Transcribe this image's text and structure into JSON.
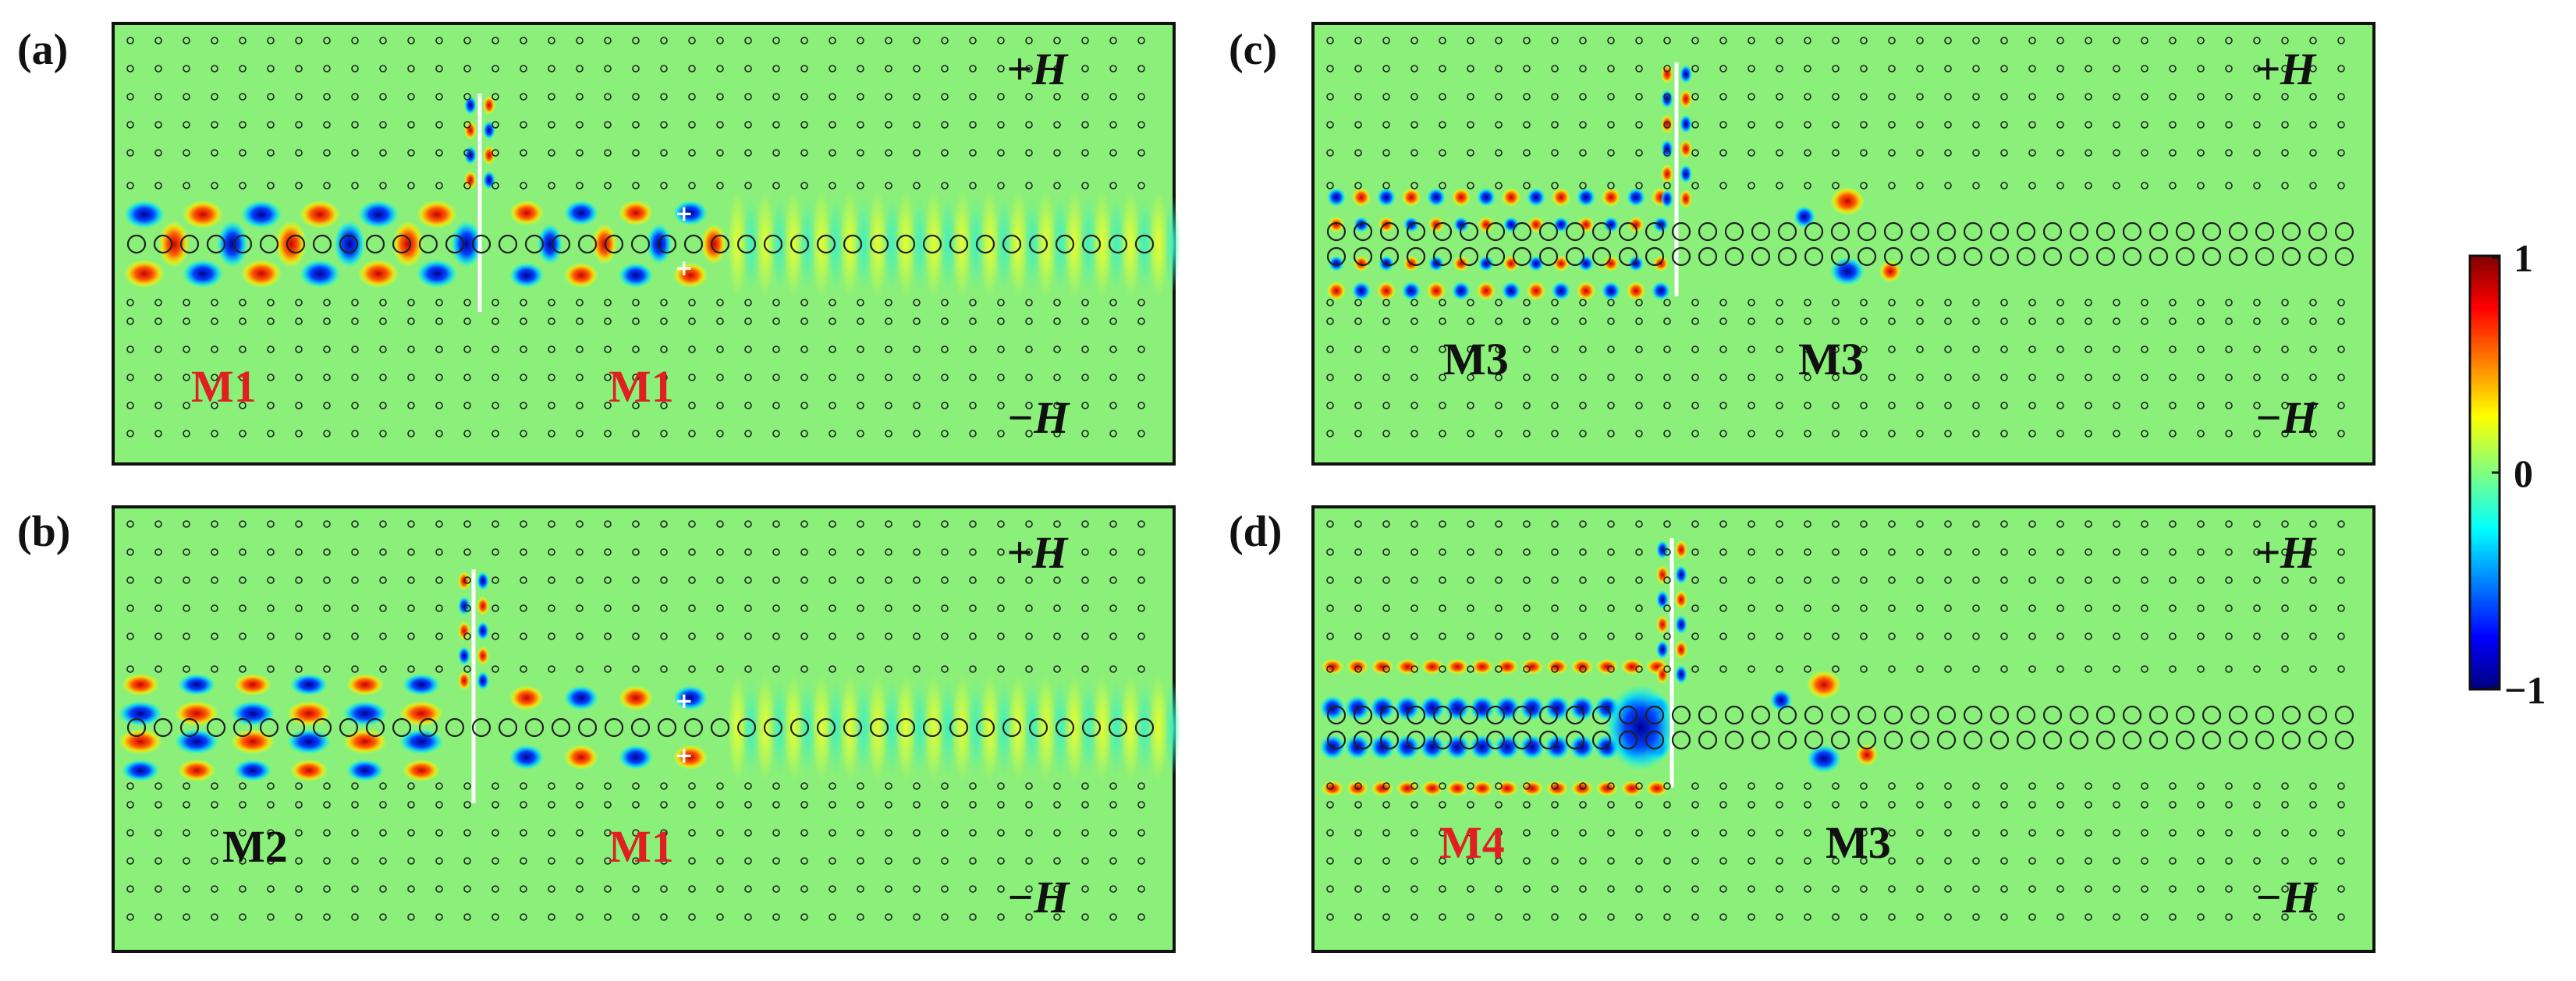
{
  "colors": {
    "background_field": "#8af07a",
    "red_mode_label": "#e02020",
    "black_mode_label": "#111111",
    "lattice_dot": "#222222"
  },
  "panels": [
    {
      "label": "(a)",
      "modes": [
        {
          "text": "M1",
          "color": "red"
        },
        {
          "text": "M1",
          "color": "red"
        }
      ],
      "plus_h": "+H",
      "minus_h": "−H"
    },
    {
      "label": "(b)",
      "modes": [
        {
          "text": "M2",
          "color": "black"
        },
        {
          "text": "M1",
          "color": "red"
        }
      ],
      "plus_h": "+H",
      "minus_h": "−H"
    },
    {
      "label": "(c)",
      "modes": [
        {
          "text": "M3",
          "color": "black"
        },
        {
          "text": "M3",
          "color": "black"
        }
      ],
      "plus_h": "+H",
      "minus_h": "−H"
    },
    {
      "label": "(d)",
      "modes": [
        {
          "text": "M4",
          "color": "red"
        },
        {
          "text": "M3",
          "color": "black"
        }
      ],
      "plus_h": "+H",
      "minus_h": "−H"
    }
  ],
  "colorbar": {
    "colormap": "jet",
    "ticks": [
      "1",
      "0",
      "−1"
    ],
    "range": [
      -1,
      1
    ]
  }
}
